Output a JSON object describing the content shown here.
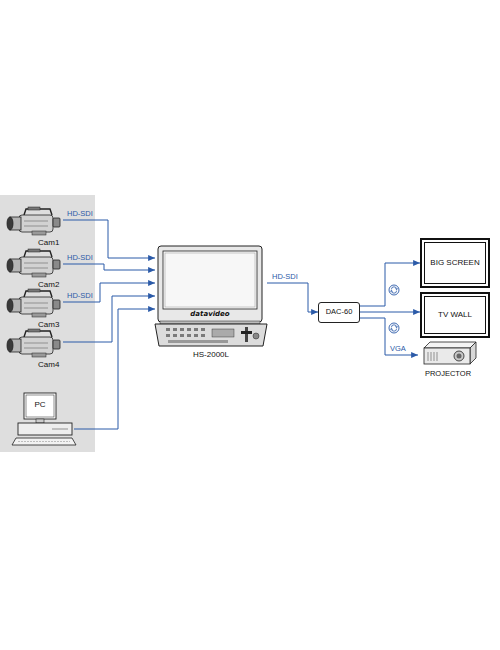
{
  "diagram": {
    "nodes": [
      {
        "text": [
          "Cam1"
        ]
      },
      {
        "text": [
          "Cam2"
        ]
      },
      {
        "text": [
          "Cam3"
        ]
      },
      {
        "text": [
          "Cam4"
        ]
      },
      {
        "text": [
          "PC"
        ]
      },
      {
        "text": [
          "HS-2000L"
        ]
      },
      {
        "text": [
          "DAC-60"
        ]
      },
      {
        "text": [
          "BIG SCREEN"
        ]
      },
      {
        "text": [
          "TV WALL"
        ]
      },
      {
        "text": [
          "PROJECTOR"
        ]
      }
    ],
    "edges": [
      {
        "from": 0,
        "to": 5,
        "label": "HD-SDI",
        "arrow": "to"
      },
      {
        "from": 1,
        "to": 5,
        "label": "HD-SDI",
        "arrow": "to"
      },
      {
        "from": 2,
        "to": 5,
        "label": "HD-SDI",
        "arrow": "to"
      },
      {
        "from": 3,
        "to": 5,
        "arrow": "to"
      },
      {
        "from": 4,
        "to": 5,
        "arrow": "to"
      },
      {
        "from": 5,
        "to": 6,
        "label": "HD-SDI",
        "arrow": "to"
      },
      {
        "from": 6,
        "to": 7,
        "arrow": "to"
      },
      {
        "from": 6,
        "to": 8,
        "arrow": "to"
      },
      {
        "from": 6,
        "to": 9,
        "label": "VGA",
        "arrow": "to"
      }
    ],
    "labels": [
      "datavideo"
    ]
  }
}
